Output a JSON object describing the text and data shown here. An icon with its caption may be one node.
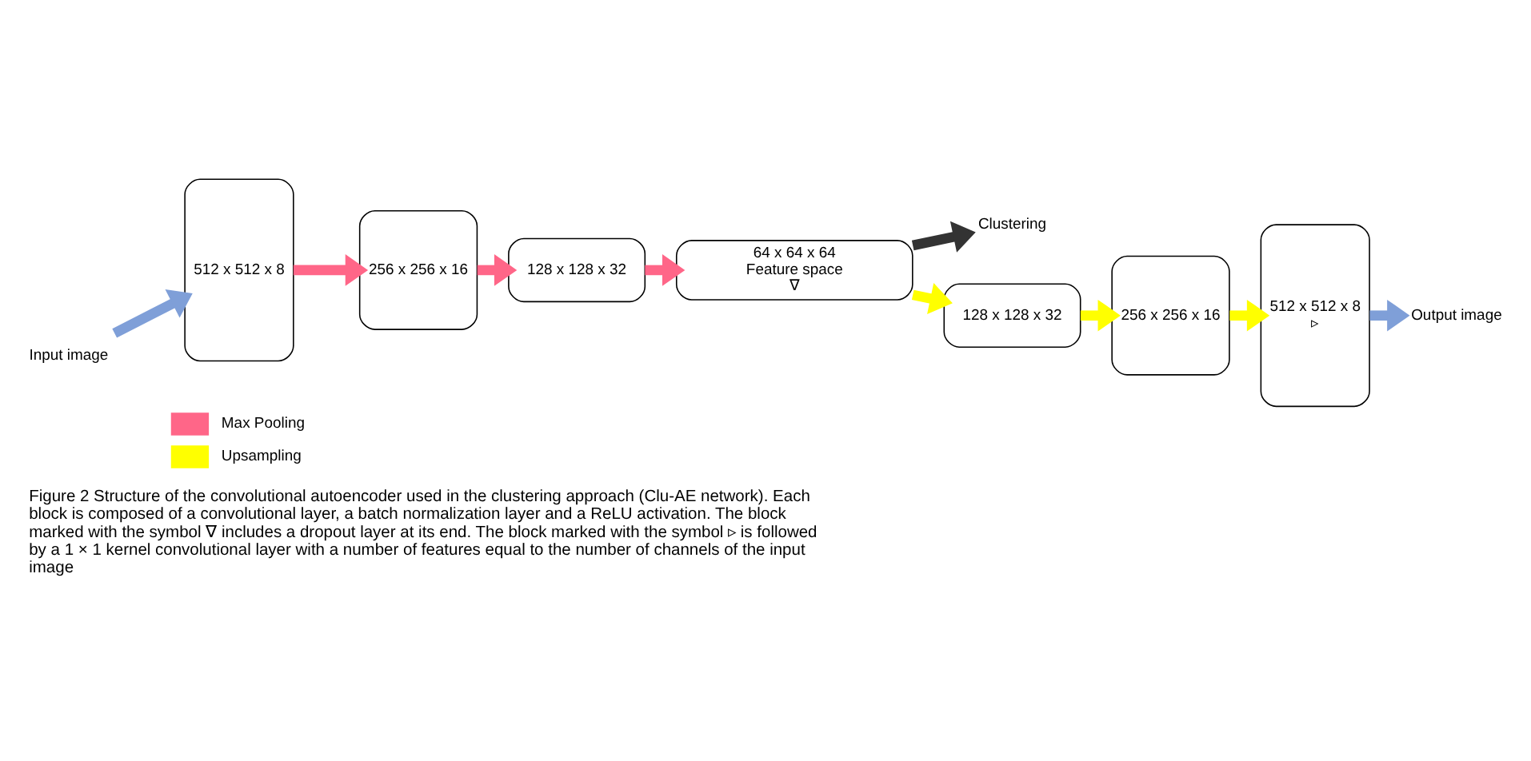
{
  "diagram": {
    "caption": "Figure 2 Structure of the convolutional autoencoder used in the clustering approach (Clu-AE network). Each block is composed of a convolutional layer, a batch normalization layer and a ReLU activation. The block marked with the symbol ∇ includes a dropout layer at its end. The block marked with the symbol ▹ is followed by a 1 × 1 kernel convolutional layer with a number of features equal to the number of channels of the input image",
    "nodes": [
      {
        "text": [
          "Input image"
        ]
      },
      {
        "text": [
          "512 x 512 x 8"
        ]
      },
      {
        "text": [
          "256 x 256 x 16"
        ]
      },
      {
        "text": [
          "128 x 128 x 32"
        ]
      },
      {
        "text": [
          "64 x 64 x 64",
          "Feature space",
          "∇"
        ]
      },
      {
        "text": [
          "Clustering"
        ]
      },
      {
        "text": [
          "128 x 128 x 32"
        ]
      },
      {
        "text": [
          "256 x 256 x 16"
        ]
      },
      {
        "text": [
          "512 x 512 x 8",
          "▹"
        ]
      },
      {
        "text": [
          "Output image"
        ]
      }
    ],
    "edges": [
      {
        "from": 0,
        "to": 1,
        "arrow": "to",
        "color": "#7f9fd8"
      },
      {
        "from": 1,
        "to": 2,
        "arrow": "to",
        "color": "#ff6688"
      },
      {
        "from": 2,
        "to": 3,
        "arrow": "to",
        "color": "#ff6688"
      },
      {
        "from": 3,
        "to": 4,
        "arrow": "to",
        "color": "#ff6688"
      },
      {
        "from": 4,
        "to": 5,
        "arrow": "to",
        "color": "#333333"
      },
      {
        "from": 4,
        "to": 6,
        "arrow": "to",
        "color": "#ffff00"
      },
      {
        "from": 6,
        "to": 7,
        "arrow": "to",
        "color": "#ffff00"
      },
      {
        "from": 7,
        "to": 8,
        "arrow": "to",
        "color": "#ffff00"
      },
      {
        "from": 8,
        "to": 9,
        "arrow": "to",
        "color": "#7f9fd8"
      }
    ],
    "legend": [
      {
        "text": "Max Pooling",
        "color": "#ff6688"
      },
      {
        "text": "Upsampling",
        "color": "#ffff00"
      }
    ]
  }
}
